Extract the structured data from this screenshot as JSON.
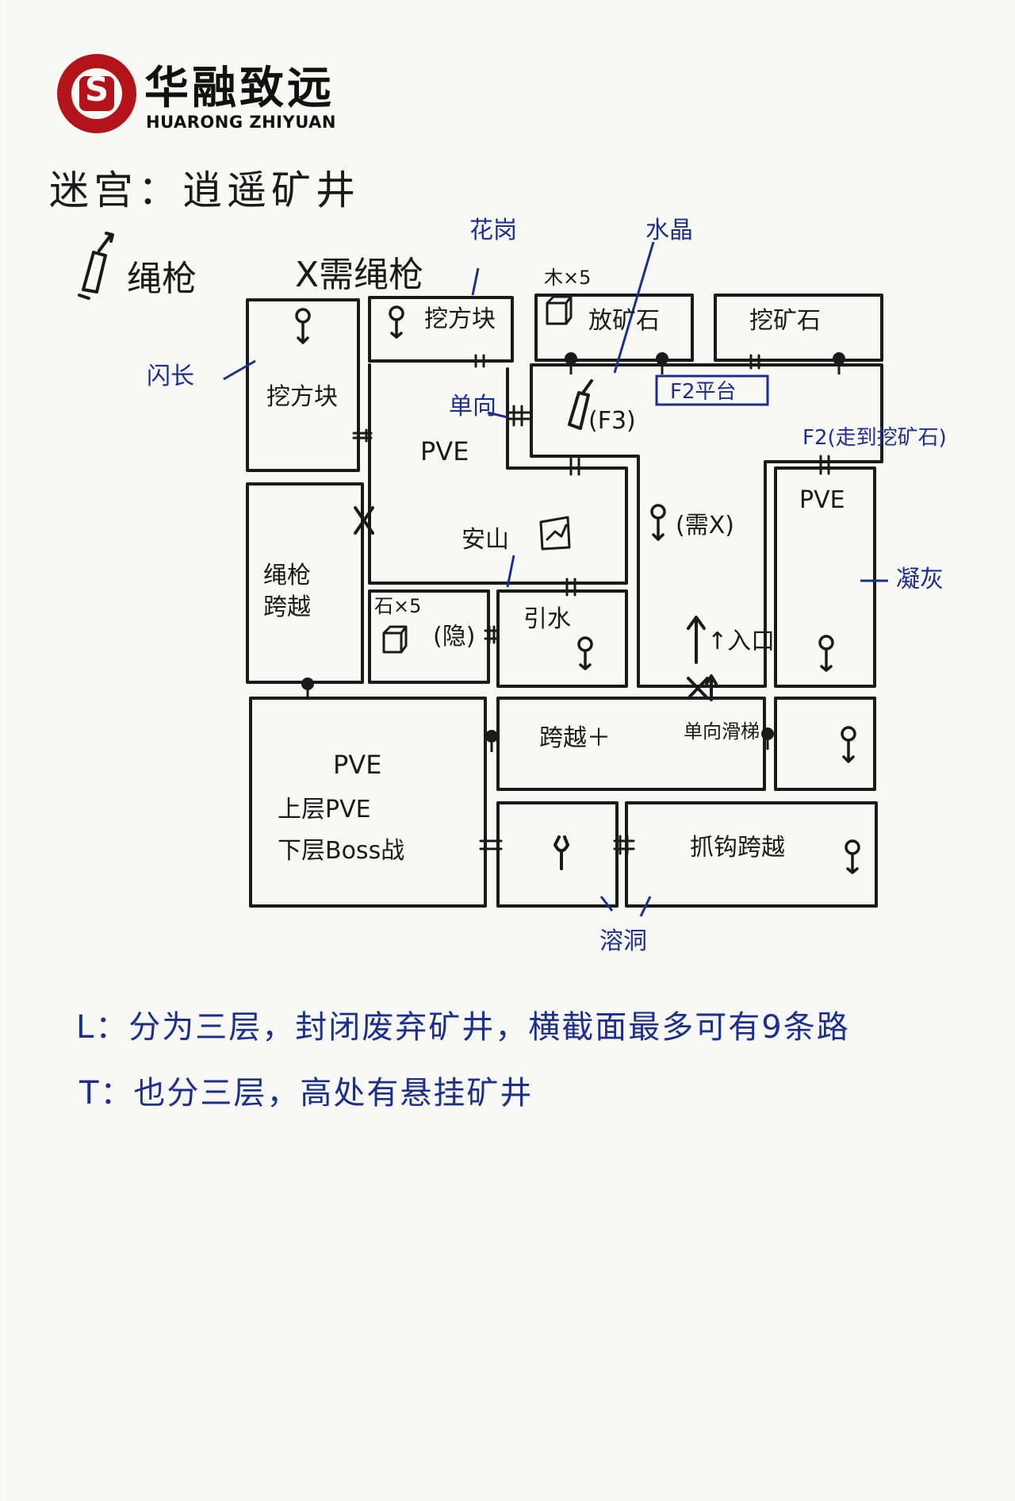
{
  "logo": {
    "name_cn": "华融致远",
    "name_en": "HUARONG ZHIYUAN"
  },
  "title": "迷宫：逍遥矿井",
  "legend": {
    "rope_gun": "绳枪",
    "needs_rope": "X需绳枪"
  },
  "map_labels": {
    "huagang": "花岗",
    "shuijing": "水晶",
    "wood": "木×5",
    "dig_block_top": "挖方块",
    "place_ore": "放矿石",
    "dig_ore": "挖矿石",
    "shanchang": "闪长",
    "dig_block_left": "挖方块",
    "pve_center": "PVE",
    "one_way_left": "单向",
    "f3": "(F3)",
    "f2_platform": "F2平台",
    "f2_note": "F2(走到挖矿石)",
    "pve_right": "PVE",
    "anshan": "安山",
    "needs_x": "(需X)",
    "rope_cross": "绳枪\n跨越",
    "stone": "石×5",
    "hidden": "(隐)",
    "yinshui": "引水",
    "entrance": "↑入口",
    "ningshui": "凝灰",
    "pve_bottom": "PVE",
    "upper_pve": "上层PVE",
    "lower_boss": "下层Boss战",
    "cross_plus": "跨越＋",
    "one_way_slide": "单向滑梯",
    "grab_cross": "抓钩跨越",
    "rongdong": "溶洞"
  },
  "notes": {
    "L": "L：分为三层，封闭废弃矿井，横截面最多可有9条路",
    "T": "T：也分三层，高处有悬挂矿井"
  },
  "colors": {
    "ink_black": "#1a1a1a",
    "ink_blue": "#1d2f8c",
    "seal_red": "#b3141b"
  }
}
